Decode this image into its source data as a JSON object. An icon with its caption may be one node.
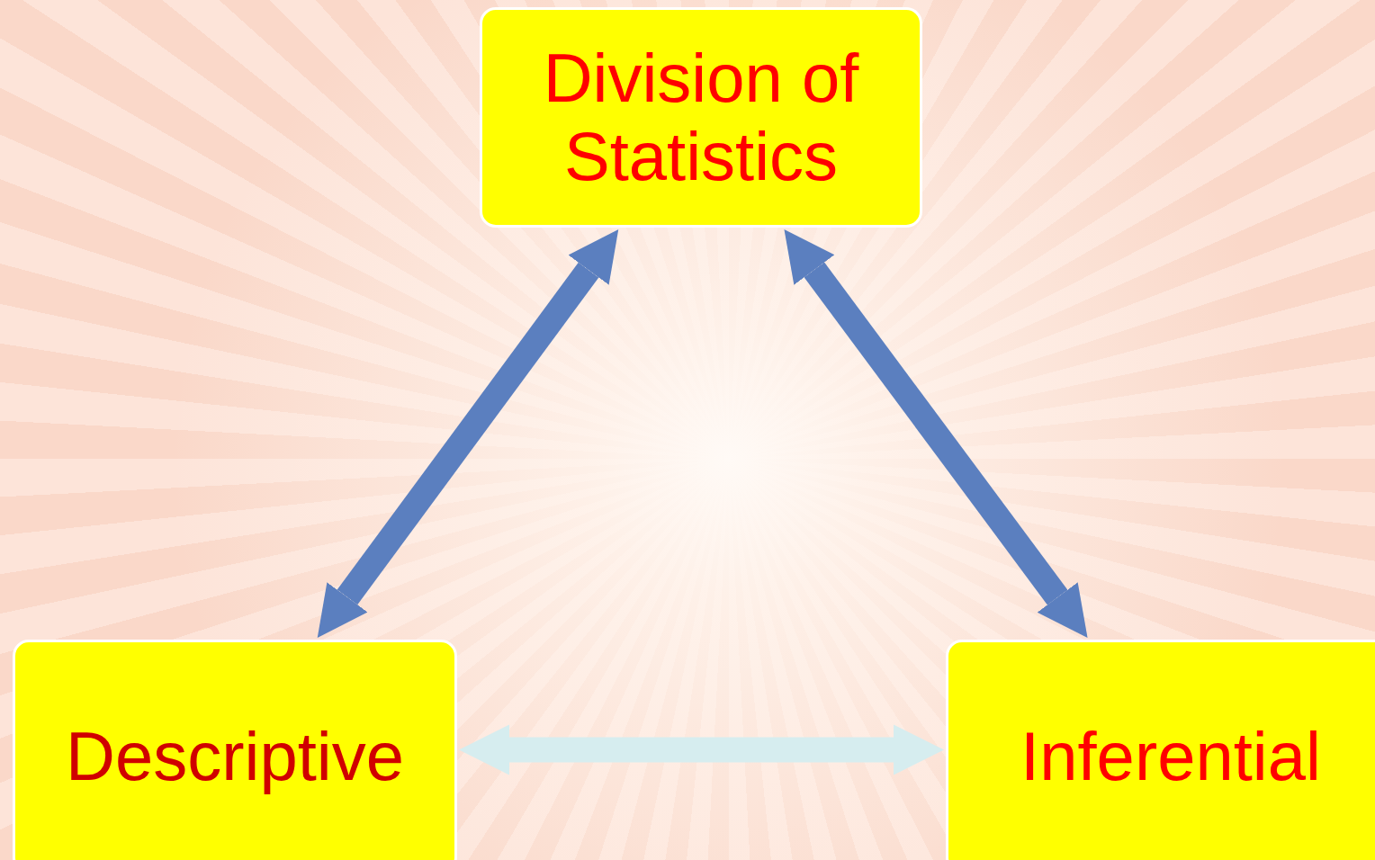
{
  "diagram": {
    "nodes": [
      {
        "text": [
          "Division of Statistics"
        ]
      },
      {
        "text": [
          "Descriptive"
        ]
      },
      {
        "text": [
          "Inferential"
        ]
      }
    ],
    "edges": [
      {
        "from": 0,
        "to": 1,
        "arrow": "both"
      },
      {
        "from": 0,
        "to": 2,
        "arrow": "both"
      },
      {
        "from": 1,
        "to": 2,
        "arrow": "both",
        "color": "#d6edef"
      }
    ]
  }
}
